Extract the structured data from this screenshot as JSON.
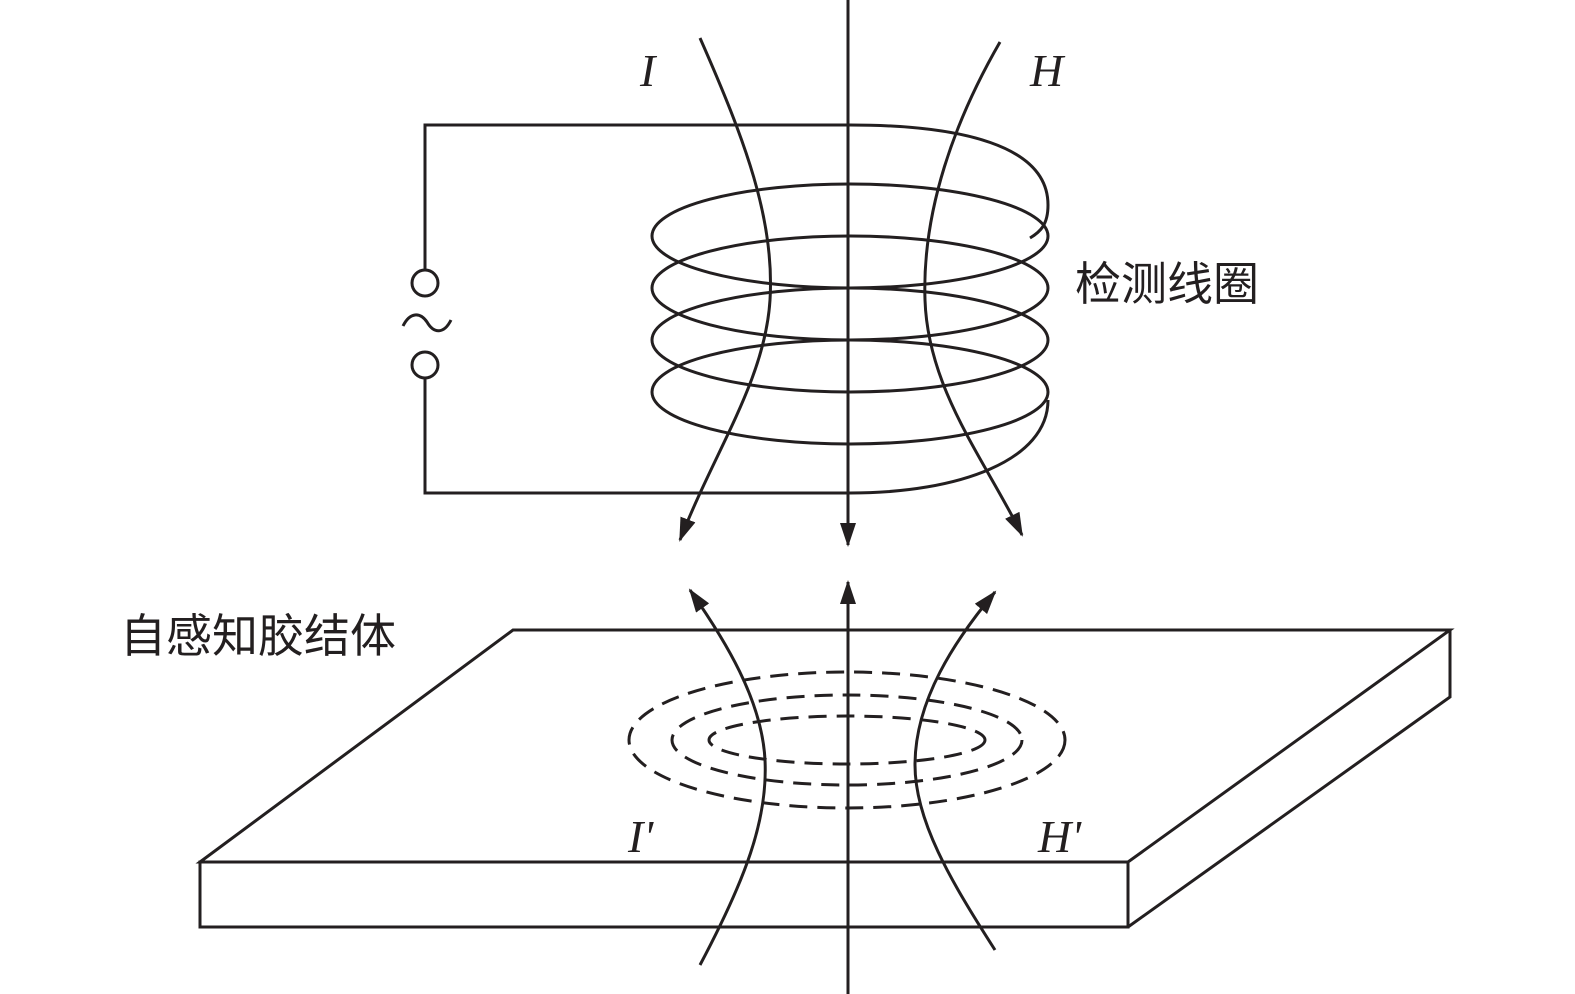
{
  "labels": {
    "current": "I",
    "field": "H",
    "coil": "检测线圈",
    "body": "自感知胶结体",
    "induced_current": "I'",
    "induced_field": "H'",
    "source": "~"
  },
  "colors": {
    "stroke": "#231f20",
    "background": "#ffffff"
  }
}
